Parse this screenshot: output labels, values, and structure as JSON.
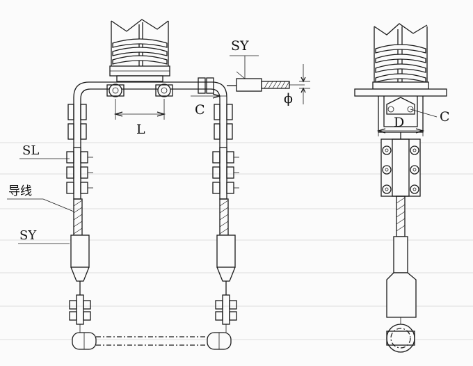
{
  "labels": {
    "sy_top": "SY",
    "c_left": "C",
    "l_dim": "L",
    "phi": "ϕ",
    "sl": "SL",
    "conductor": "导线",
    "sy_left": "SY",
    "d_dim": "D",
    "c_right": "C"
  }
}
